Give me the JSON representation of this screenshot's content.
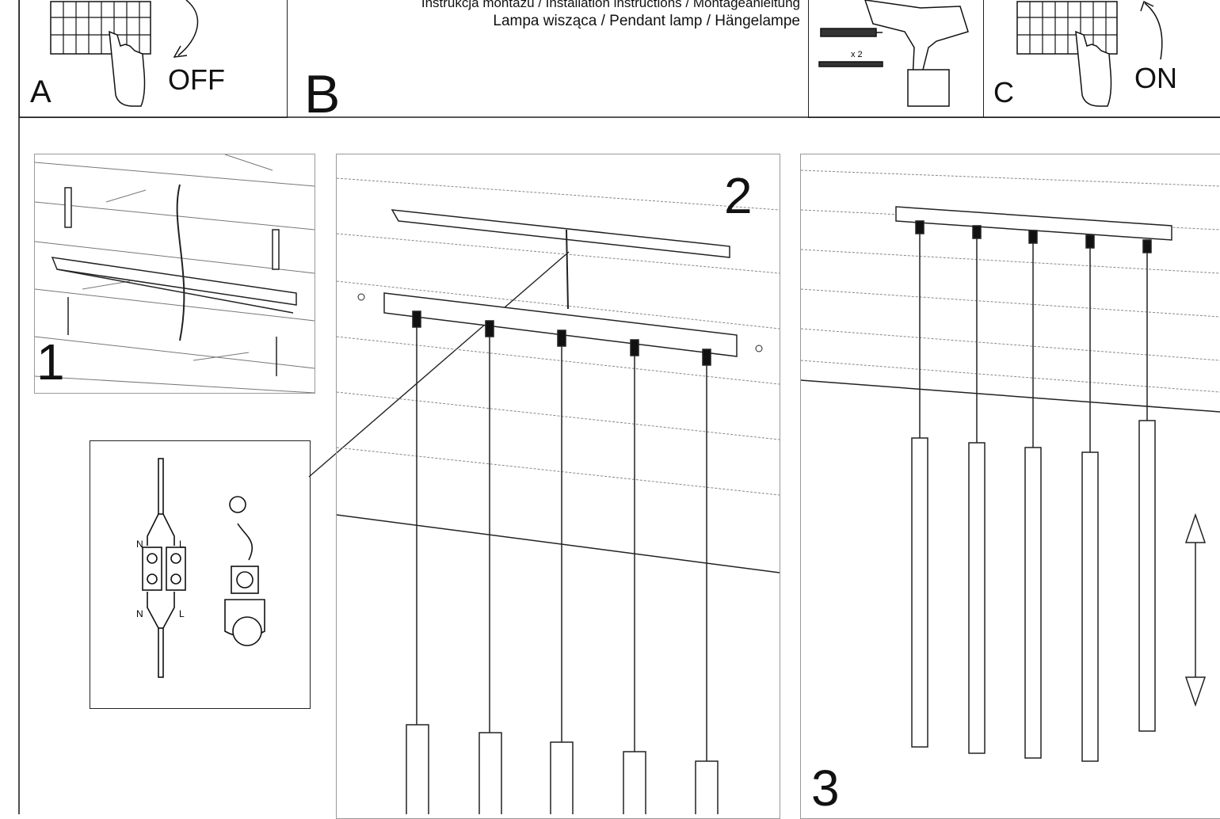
{
  "header": {
    "line1": "Instrukcja montażu / Installation instructions / Montageanleitung",
    "line2": "Lampa wisząca / Pendant lamp / Hängelampe"
  },
  "steps": {
    "A": {
      "letter": "A",
      "label": "OFF"
    },
    "B": {
      "letter": "B"
    },
    "drill": {
      "count": "x 2"
    },
    "C": {
      "letter": "C",
      "label": "ON"
    },
    "panel1": {
      "number": "1"
    },
    "panel2": {
      "number": "2"
    },
    "panel3": {
      "number": "3"
    }
  },
  "wiring": {
    "n_top": "N",
    "l_top": "L",
    "n_bottom": "N",
    "l_bottom": "L"
  }
}
